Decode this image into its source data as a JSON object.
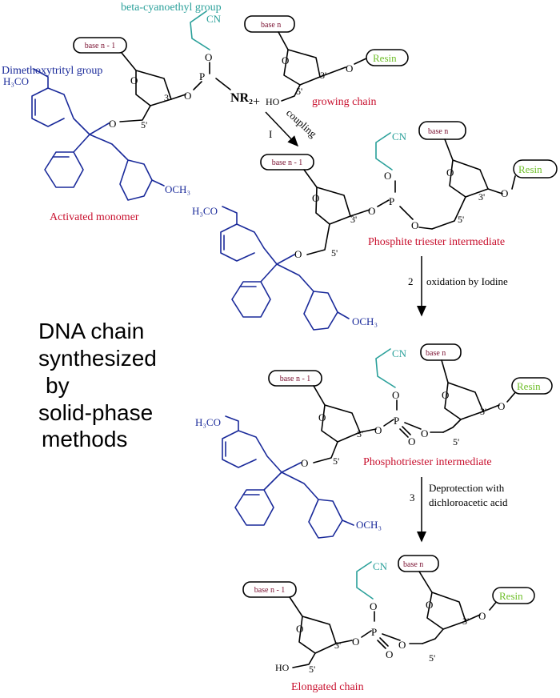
{
  "colors": {
    "black": "#000000",
    "blue": "#1a2a9a",
    "red": "#c8102e",
    "cyan": "#2aa09a",
    "green": "#6fbf2a",
    "maroon": "#7a1030"
  },
  "text": {
    "beta_group": "beta-cyanoethyl group",
    "dmt_group": "Dimethoxytrityl group",
    "activated_monomer": "Activated monomer",
    "growing_chain": "growing chain",
    "phosphite": "Phosphite triester intermediate",
    "phosphotriester": "Phosphotriester intermediate",
    "elongated": "Elongated chain",
    "coupling": "coupling",
    "step1": "I",
    "step2": "2",
    "step3": "3",
    "oxidation": "oxidation by Iodine",
    "deprot1": "Deprotection with",
    "deprot2": "dichloroacetic acid",
    "title_l1": "DNA chain",
    "title_l2": "synthesized",
    "title_l3": "by",
    "title_l4": "solid-phase",
    "title_l5": "methods",
    "base_n1": "base n - 1",
    "base_n": "base n",
    "resin": "Resin",
    "cn": "CN",
    "p": "P",
    "o": "O",
    "ho": "HO",
    "h3co": "H₃CO",
    "och3": "OCH₃",
    "nr2": "NR₂",
    "plus": "+",
    "three_prime": "3'",
    "five_prime": "5'"
  }
}
